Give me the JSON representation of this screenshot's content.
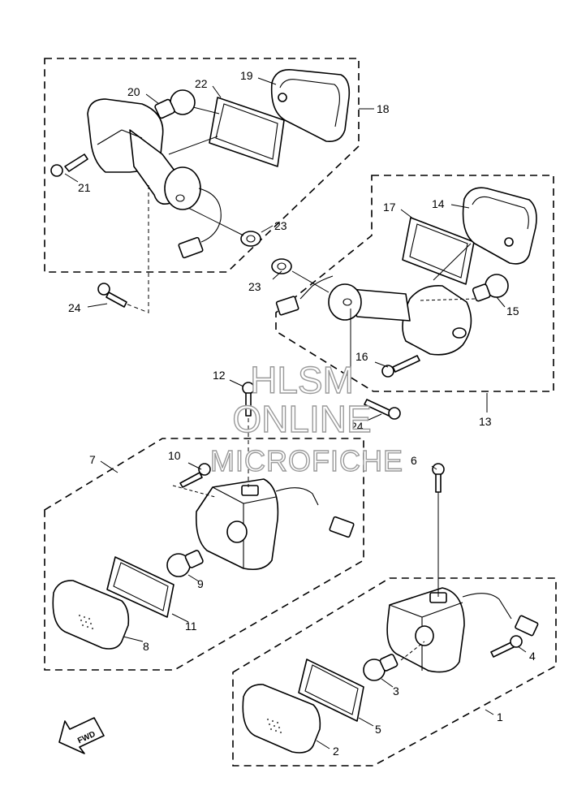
{
  "diagram": {
    "callouts": [
      {
        "id": "c1",
        "text": "1"
      },
      {
        "id": "c2",
        "text": "2"
      },
      {
        "id": "c3",
        "text": "3"
      },
      {
        "id": "c4",
        "text": "4"
      },
      {
        "id": "c5",
        "text": "5"
      },
      {
        "id": "c6",
        "text": "6"
      },
      {
        "id": "c7",
        "text": "7"
      },
      {
        "id": "c8",
        "text": "8"
      },
      {
        "id": "c9",
        "text": "9"
      },
      {
        "id": "c10",
        "text": "10"
      },
      {
        "id": "c11",
        "text": "11"
      },
      {
        "id": "c12",
        "text": "12"
      },
      {
        "id": "c13",
        "text": "13"
      },
      {
        "id": "c14",
        "text": "14"
      },
      {
        "id": "c15",
        "text": "15"
      },
      {
        "id": "c16",
        "text": "16"
      },
      {
        "id": "c17",
        "text": "17"
      },
      {
        "id": "c18",
        "text": "18"
      },
      {
        "id": "c19",
        "text": "19"
      },
      {
        "id": "c20",
        "text": "20"
      },
      {
        "id": "c21",
        "text": "21"
      },
      {
        "id": "c22",
        "text": "22"
      },
      {
        "id": "c23a",
        "text": "23"
      },
      {
        "id": "c23b",
        "text": "23"
      },
      {
        "id": "c24a",
        "text": "24"
      },
      {
        "id": "c24b",
        "text": "24"
      }
    ],
    "fwd_label": "FWD"
  },
  "watermark": {
    "line1": "HLSM",
    "line2": "ONLINE",
    "line3": "MICROFICHE"
  }
}
